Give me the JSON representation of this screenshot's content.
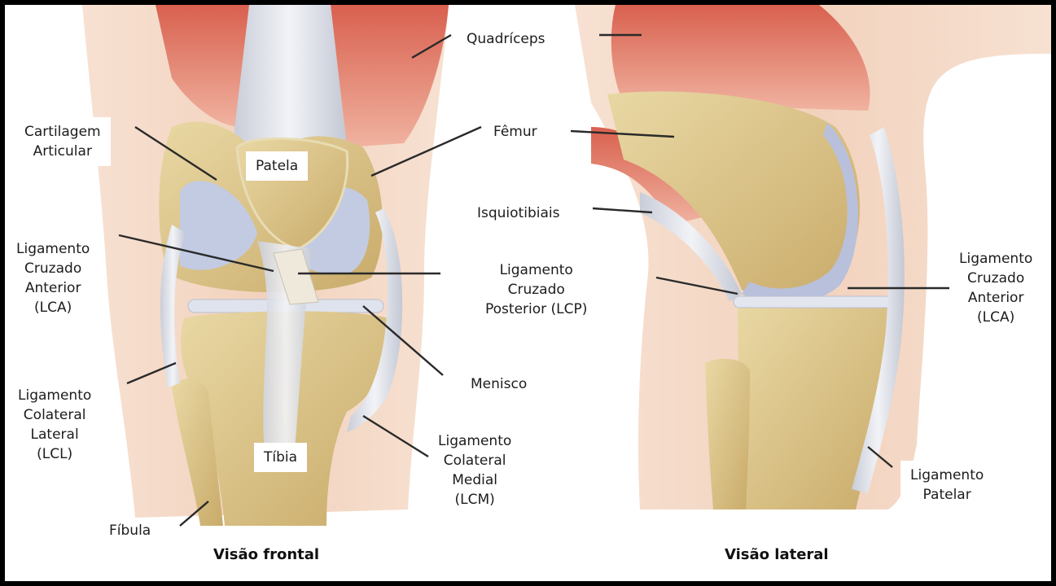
{
  "frontal_view": {
    "caption": "Visão frontal",
    "labels": {
      "cartilagem_1": "Cartilagem",
      "cartilagem_2": "Articular",
      "patela": "Patela",
      "lca_1": "Ligamento",
      "lca_2": "Cruzado",
      "lca_3": "Anterior",
      "lca_4": "(LCA)",
      "lcp_1": "Ligamento",
      "lcp_2": "Cruzado",
      "lcp_3": "Posterior (LCP)",
      "menisco": "Menisco",
      "lcl_1": "Ligamento",
      "lcl_2": "Colateral",
      "lcl_3": "Lateral",
      "lcl_4": "(LCL)",
      "tibia": "Tíbia",
      "lcm_1": "Ligamento",
      "lcm_2": "Colateral",
      "lcm_3": "Medial",
      "lcm_4": "(LCM)",
      "fibula": "Fíbula"
    }
  },
  "lateral_view": {
    "caption": "Visão lateral",
    "labels": {
      "quadriceps": "Quadríceps",
      "femur": "Fêmur",
      "isquiotibiais": "Isquiotibiais",
      "lca_1": "Ligamento",
      "lca_2": "Cruzado",
      "lca_3": "Anterior",
      "lca_4": "(LCA)",
      "patelar_1": "Ligamento",
      "patelar_2": "Patelar"
    }
  }
}
